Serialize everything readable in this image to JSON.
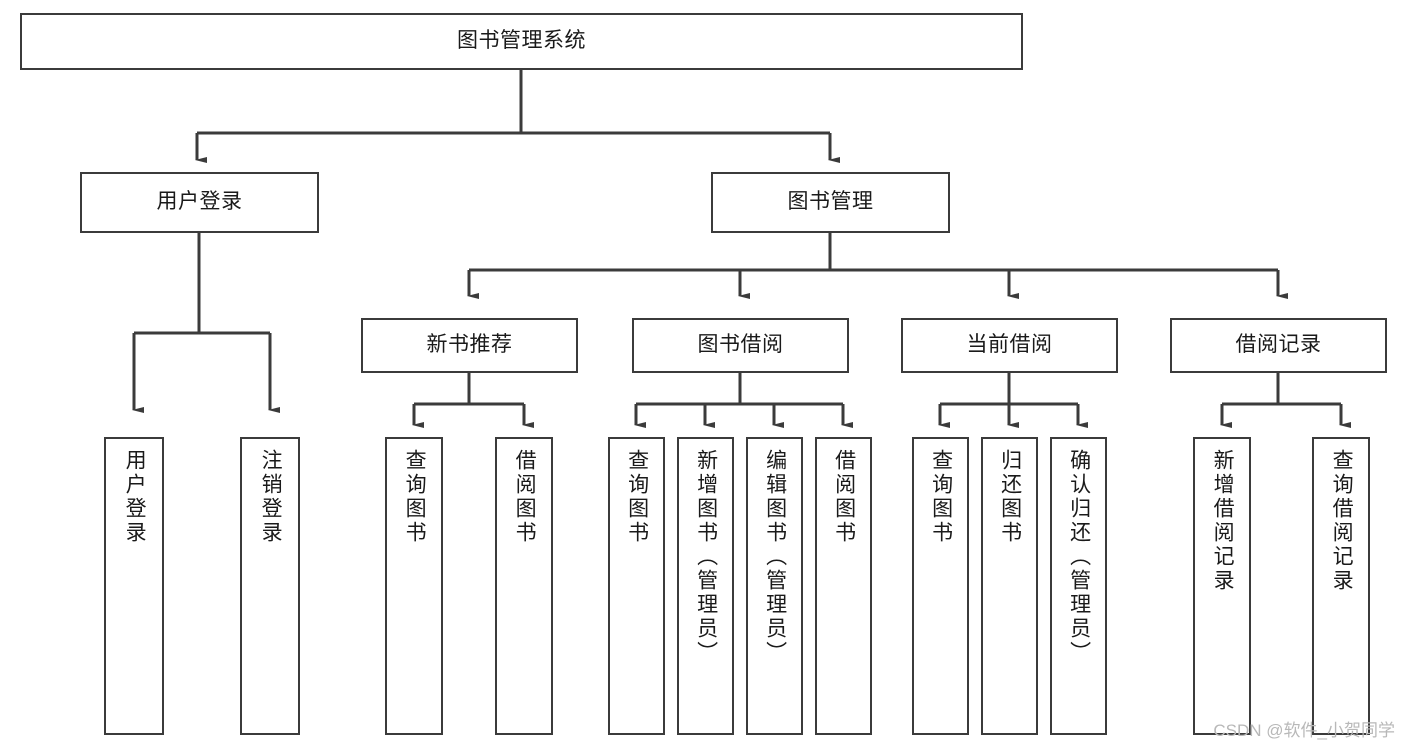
{
  "diagram": {
    "title": "图书管理系统",
    "type": "hierarchy-tree",
    "root": {
      "label": "图书管理系统"
    },
    "level2": [
      {
        "label": "用户登录"
      },
      {
        "label": "图书管理"
      }
    ],
    "level3": [
      {
        "label": "新书推荐"
      },
      {
        "label": "图书借阅"
      },
      {
        "label": "当前借阅"
      },
      {
        "label": "借阅记录"
      }
    ],
    "leaves": {
      "user_login": [
        {
          "label": "用户登录"
        },
        {
          "label": "注销登录"
        }
      ],
      "new_book_recommend": [
        {
          "label": "查询图书"
        },
        {
          "label": "借阅图书"
        }
      ],
      "book_borrow": [
        {
          "label": "查询图书"
        },
        {
          "label": "新增图书（管理员）"
        },
        {
          "label": "编辑图书（管理员）"
        },
        {
          "label": "借阅图书"
        }
      ],
      "current_borrow": [
        {
          "label": "查询图书"
        },
        {
          "label": "归还图书"
        },
        {
          "label": "确认归还（管理员）"
        }
      ],
      "borrow_record": [
        {
          "label": "新增借阅记录"
        },
        {
          "label": "查询借阅记录"
        }
      ]
    }
  },
  "watermark": {
    "text": "CSDN @软件_小贺同学"
  },
  "colors": {
    "stroke": "#3b3b3b",
    "text": "#1a1a1a",
    "background": "#ffffff",
    "watermark": "#b8b8b8"
  }
}
